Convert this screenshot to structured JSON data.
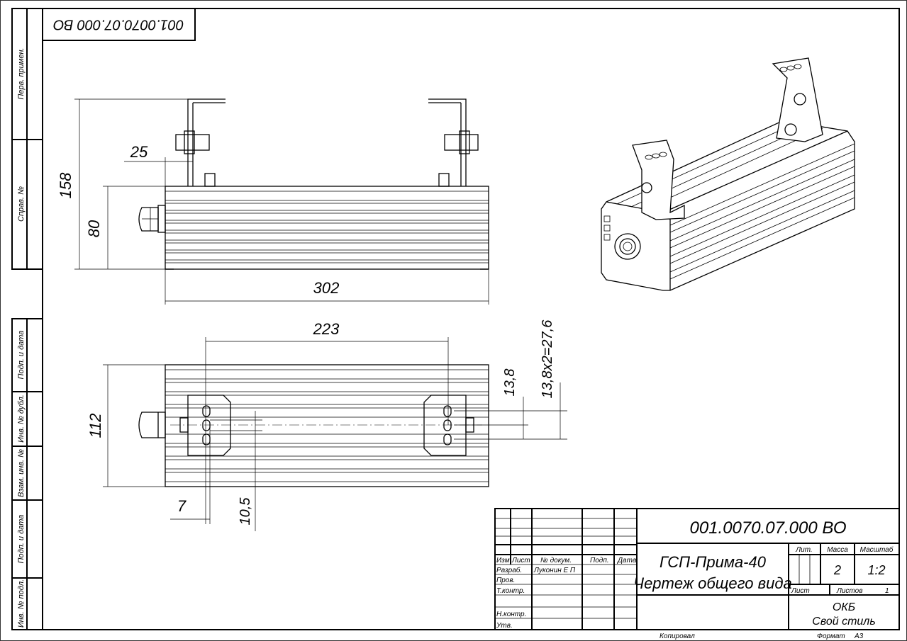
{
  "stamp_code": "001.0070.07.000 ВО",
  "side_strip": {
    "labels": [
      "Перв. примен.",
      "Справ. №",
      "Подп. и дата",
      "Инв. № дубл.",
      "Взам. инв. №",
      "Подп. и дата",
      "Инв. № подл."
    ]
  },
  "dimensions": {
    "height_total": "158",
    "height_body": "80",
    "bolt_offset": "25",
    "length": "302",
    "bracket_spacing": "223",
    "width": "112",
    "slot_step": "13,8",
    "slot_span": "13,8х2=27,6",
    "slot_width": "7",
    "slot_length": "10,5"
  },
  "title_block": {
    "doc_code": "001.0070.07.000 ВО",
    "product_name": "ГСП-Прима-40",
    "doc_title": "Чертеж общего вида",
    "headers": {
      "izm": "Изм",
      "list": "Лист",
      "doc_no": "№ докум.",
      "sign": "Подп.",
      "date": "Дата"
    },
    "roles": {
      "developer": "Разраб.",
      "checker": "Пров.",
      "tech_control": "Т.контр.",
      "norm_control": "Н.контр.",
      "approved": "Утв."
    },
    "developer_name": "Луконин Е П",
    "lit_label": "Лит.",
    "mass_label": "Масса",
    "scale_label": "Масштаб",
    "mass": "2",
    "scale": "1:2",
    "sheet_label": "Лист",
    "sheets_label": "Листов",
    "sheets": "1",
    "org_line1": "ОКБ",
    "org_line2": "Свой стиль",
    "copied_label": "Копировал",
    "format_label": "Формат",
    "format": "А3"
  }
}
